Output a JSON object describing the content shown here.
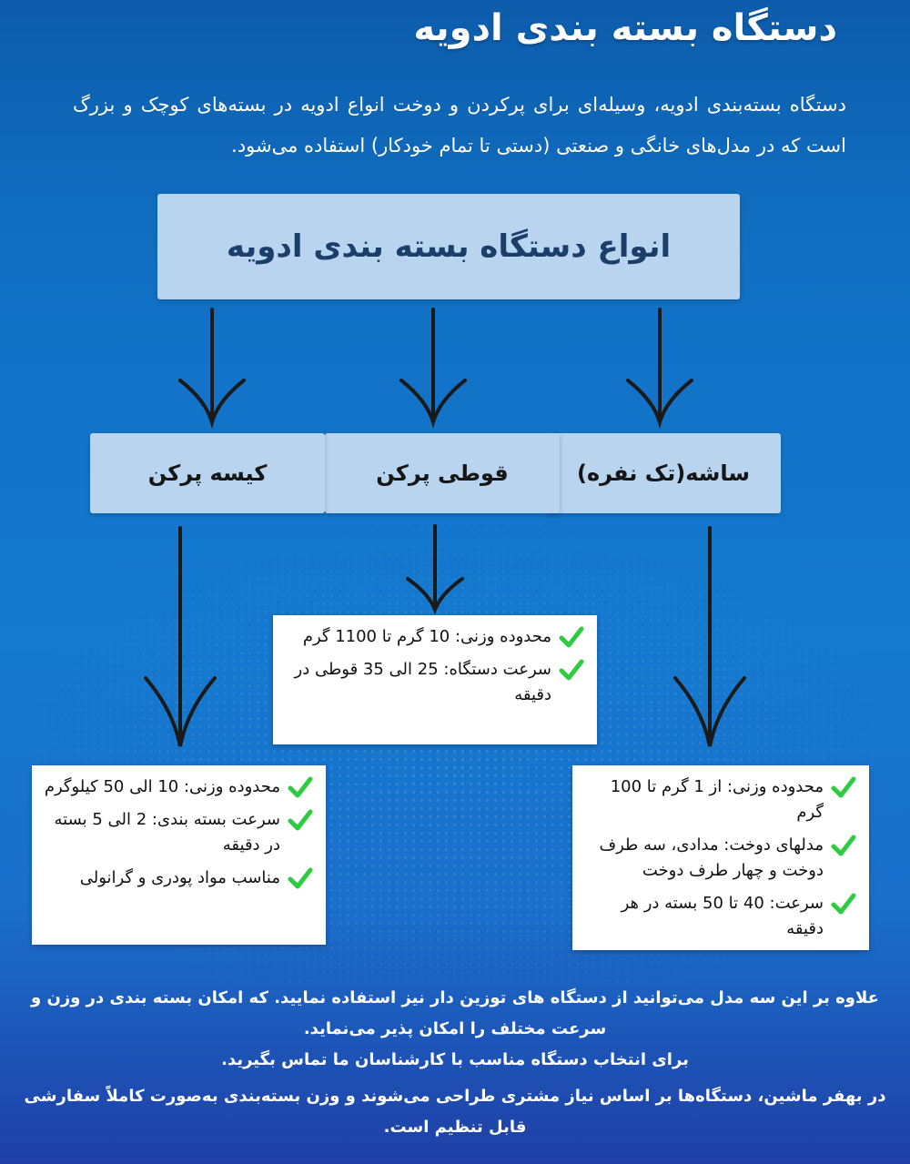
{
  "title": "دستگاه بسته بندی ادویه",
  "intro": "دستگاه بسته‌بندی ادویه، وسیله‌ای برای پرکردن و دوخت انواع ادویه در بسته‌های کوچک و بزرگ است که در مدل‌های خانگی و صنعتی (دستی تا تمام خودکار) استفاده می‌شود.",
  "types_title": "انواع دستگاه بسته بندی ادویه",
  "categories": [
    {
      "label": "ساشه(تک نفره)"
    },
    {
      "label": "قوطی پرکن"
    },
    {
      "label": "کیسه پرکن"
    }
  ],
  "panels": {
    "sachet": [
      "محدوده وزنی: از 1 گرم تا 100 گرم",
      "مدلهای دوخت: مدادی، سه طرف دوخت و چهار طرف دوخت",
      "سرعت: 40 تا 50 بسته در هر دقیقه"
    ],
    "can": [
      "محدوده وزنی: 10 گرم تا 1100 گرم",
      "سرعت دستگاه: 25 الی 35 قوطی در دقیقه"
    ],
    "bag": [
      "محدوده وزنی: 10 الی 50 کیلوگرم",
      "سرعت بسته بندی: 2 الی 5 بسته در دقیقه",
      "مناسب مواد پودری و گرانولی"
    ]
  },
  "outro": [
    "علاوه بر این سه مدل می‌توانید از دستگاه های توزین دار نیز استفاده نمایید. که امکان بسته بندی در وزن و سرعت مختلف را امکان پذیر می‌نماید.",
    "برای انتخاب دستگاه مناسب با کارشناسان ما تماس بگیرید.",
    "در بهفر ماشین، دستگاه‌ها بر اساس نیاز مشتری طراحی می‌شوند و وزن بسته‌بندی به‌صورت کاملاً سفارشی قابل تنظیم است."
  ],
  "colors": {
    "box_fill": "#b9d4ef",
    "title_text": "#1b3e6b",
    "check": "#2ecc40"
  }
}
